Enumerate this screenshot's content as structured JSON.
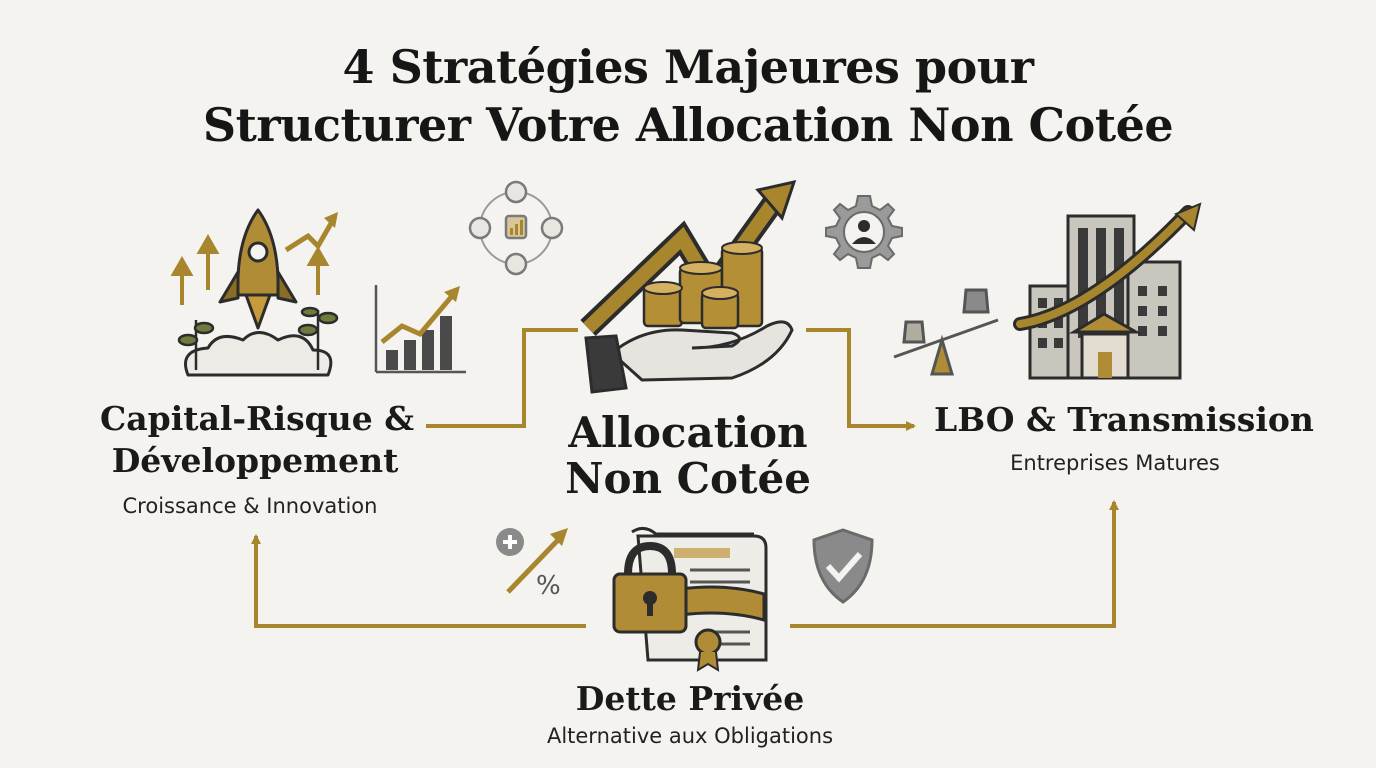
{
  "title": {
    "line1": "4 Stratégies Majeures pour",
    "line2": "Structurer Votre Allocation Non Cotée"
  },
  "center": {
    "line1": "Allocation",
    "line2": "Non Cotée",
    "icon": "hand-coins-growth-icon"
  },
  "nodes": {
    "venture": {
      "line1": "Capital-Risque &",
      "line2": "Développement",
      "subtitle": "Croissance & Innovation",
      "icon": "rocket-icon"
    },
    "lbo": {
      "line1": "LBO & Transmission",
      "subtitle": "Entreprises Matures",
      "icon": "buildings-growth-icon"
    },
    "debt": {
      "line1": "Dette Privée",
      "subtitle": "Alternative aux Obligations",
      "icon": "locked-contract-icon"
    }
  },
  "decorative_icons": [
    "network-finance-icon",
    "gear-person-icon",
    "bar-chart-growth-icon",
    "balance-scale-icon",
    "percent-growth-icon",
    "shield-check-icon"
  ],
  "colors": {
    "accent": "#a8862e",
    "dark": "#2c2c2c",
    "background": "#f4f3f0"
  }
}
